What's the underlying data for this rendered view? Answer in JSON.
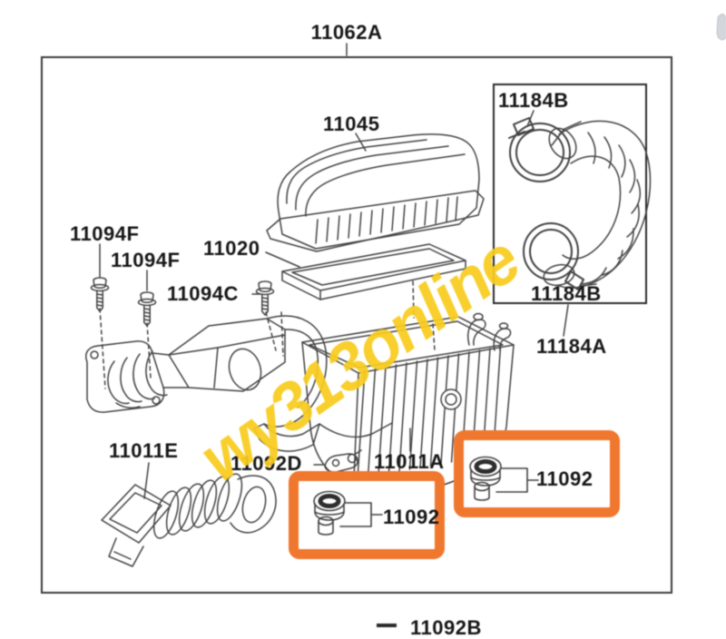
{
  "diagram": {
    "title_label": "11062A",
    "watermark_text": "wy313online",
    "colors": {
      "highlight": "#F0772E",
      "watermark": "#F8CC1E",
      "ink": "#424242",
      "label_text": "#161616"
    },
    "parts": {
      "cover": "11045",
      "filter_element": "11020",
      "bolt_front_1": "11094F",
      "bolt_front_2": "11094F",
      "bolt_side": "11094C",
      "hose_clamp_top": "11184B",
      "hose_clamp_bottom": "11184B",
      "intake_hose": "11184A",
      "air_duct": "11011E",
      "clip": "11092D",
      "case_lower": "11011A",
      "grommet_left": "11092",
      "grommet_right": "11092",
      "bottom_partial": "11092B"
    }
  }
}
